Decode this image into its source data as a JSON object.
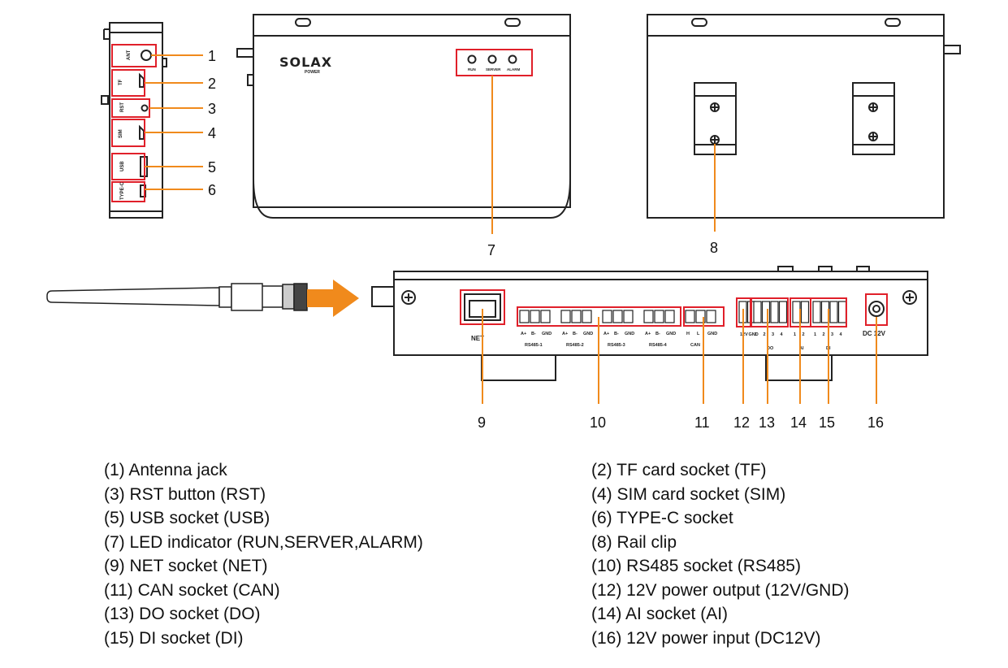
{
  "brand": {
    "logo_text": "SOLAX",
    "logo_sub": "POWER"
  },
  "device_labels": {
    "side": [
      "ANT",
      "TF",
      "RST",
      "SIM",
      "USB",
      "TYPE-C"
    ],
    "leds": [
      "RUN",
      "SERVER",
      "ALARM"
    ],
    "net": "NET",
    "rs485_pins": [
      "A+",
      "B-",
      "GND"
    ],
    "rs485_groups": [
      "RS485-1",
      "RS485-2",
      "RS485-3",
      "RS485-4"
    ],
    "can_pins": [
      "H",
      "L",
      "GND"
    ],
    "can_group": "CAN",
    "power_out_pins": [
      "12V",
      "GND"
    ],
    "do_group": "DO",
    "do_pins": [
      "1",
      "2",
      "3",
      "4"
    ],
    "ai_group": "AI",
    "ai_pins": [
      "1",
      "2"
    ],
    "di_group": "DI",
    "di_pins": [
      "1",
      "2",
      "3",
      "4"
    ],
    "dc": "DC 12V"
  },
  "callouts": [
    "1",
    "2",
    "3",
    "4",
    "5",
    "6",
    "7",
    "8",
    "9",
    "10",
    "11",
    "12",
    "13",
    "14",
    "15",
    "16"
  ],
  "legend": [
    "(1) Antenna jack",
    "(2) TF card socket (TF)",
    "(3) RST button (RST)",
    "(4) SIM card socket (SIM)",
    "(5) USB socket (USB)",
    "(6) TYPE-C socket",
    "(7) LED indicator (RUN,SERVER,ALARM)",
    "(8) Rail clip",
    "(9) NET socket (NET)",
    "(10) RS485 socket (RS485)",
    "(11) CAN socket (CAN)",
    "(12) 12V power output (12V/GND)",
    "(13) DO socket (DO)",
    "(14) AI socket (AI)",
    "(15) DI socket (DI)",
    "(16) 12V power input (DC12V)"
  ],
  "colors": {
    "highlight": "#e0202a",
    "callout_line": "#f08a1c",
    "arrow": "#f08a1c",
    "outline": "#222222"
  }
}
